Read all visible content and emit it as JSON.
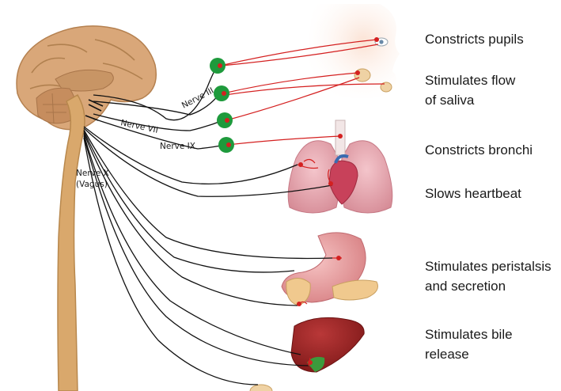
{
  "nerves": [
    {
      "id": "III",
      "label": "Nerve III"
    },
    {
      "id": "VII",
      "label": "Nerve VII"
    },
    {
      "id": "IX",
      "label": "Nerve IX"
    },
    {
      "id": "X",
      "label": "Nerve X\n(Vagus)"
    }
  ],
  "effects": [
    {
      "organ": "eye",
      "text": "Constricts pupils"
    },
    {
      "organ": "salivary",
      "text": "Stimulates flow\nof saliva"
    },
    {
      "organ": "lungs",
      "text": "Constricts bronchi"
    },
    {
      "organ": "heart",
      "text": "Slows heartbeat"
    },
    {
      "organ": "stomach",
      "text": "Stimulates peristalsis\nand secretion"
    },
    {
      "organ": "liver",
      "text": "Stimulates bile\nrelease"
    }
  ],
  "colors": {
    "nerve": "#111111",
    "postganglionic": "#d42020",
    "ganglion": "#1e9a3c",
    "brain": "#d8a877",
    "spinal_cord": "#d9a86c"
  }
}
